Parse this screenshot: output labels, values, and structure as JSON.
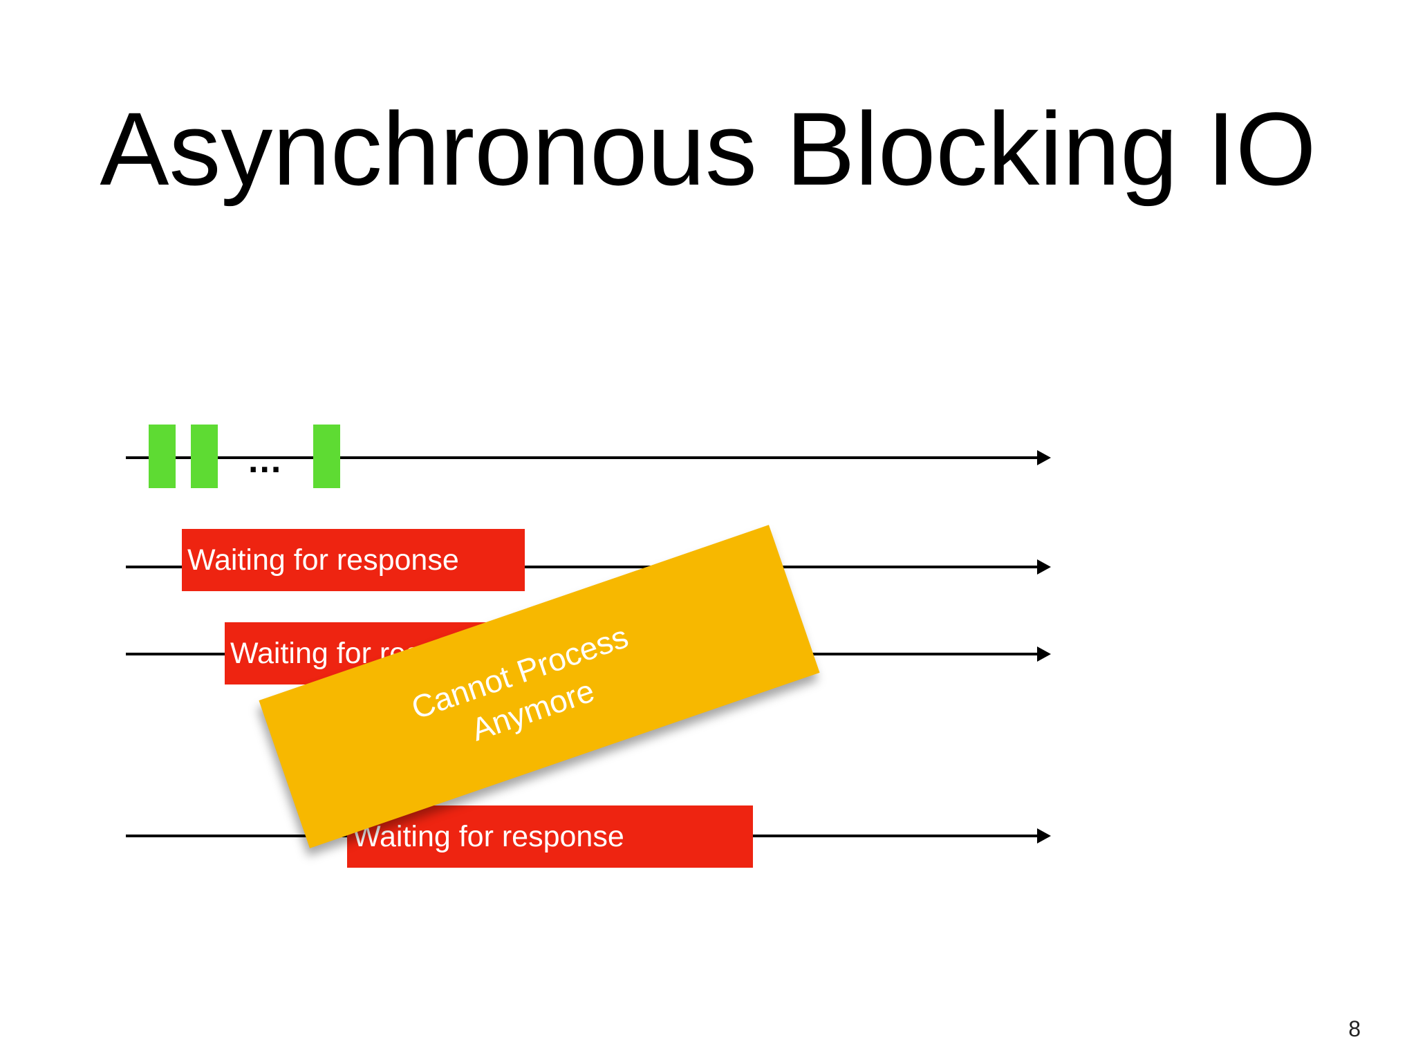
{
  "slide": {
    "title": "Asynchronous Blocking IO",
    "page_number": "8"
  },
  "diagram": {
    "ellipsis": "...",
    "wait_bars": [
      {
        "label": "Waiting for response"
      },
      {
        "label": "Waiting for response"
      },
      {
        "label": "Waiting for response"
      }
    ],
    "sticky_note": {
      "line1": "Cannot Process",
      "line2": "Anymore"
    }
  },
  "colors": {
    "request_block": "#5edb33",
    "wait_bar": "#ee2411",
    "sticky_note": "#f7b800",
    "timeline": "#000000"
  }
}
